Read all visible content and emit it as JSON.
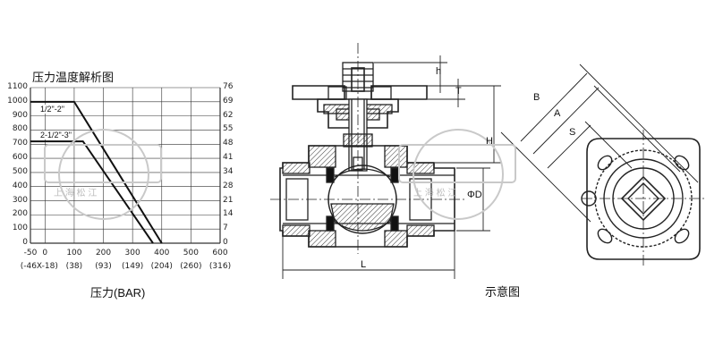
{
  "chart_data": {
    "type": "line",
    "title": "压力温度解析图",
    "xlabel": "压力(BAR)",
    "y_left_ticks": [
      "1100",
      "1000",
      "900",
      "800",
      "700",
      "600",
      "500",
      "400",
      "300",
      "200",
      "100",
      "0"
    ],
    "y_right_ticks": [
      "76",
      "69",
      "62",
      "55",
      "48",
      "41",
      "34",
      "28",
      "21",
      "14",
      "7",
      "0"
    ],
    "x_ticks": [
      "-50",
      "0",
      "100",
      "200",
      "300",
      "400",
      "500",
      "600"
    ],
    "x_sub_ticks": [
      "(-46X-18)",
      "(38)",
      "(93)",
      "(149)",
      "(204)",
      "(260)",
      "(316)"
    ],
    "xlim": [
      -50,
      600
    ],
    "ylim": [
      0,
      1100
    ],
    "series": [
      {
        "name": "1/2\"-2\"",
        "points": [
          [
            -50,
            1000
          ],
          [
            100,
            1000
          ],
          [
            400,
            0
          ]
        ]
      },
      {
        "name": "2-1/2\"-3\"",
        "points": [
          [
            -50,
            720
          ],
          [
            130,
            720
          ],
          [
            370,
            0
          ]
        ]
      }
    ],
    "grid": true
  },
  "diagram": {
    "caption": "示意图",
    "dims": {
      "h": "h",
      "T": "T",
      "H": "H",
      "phiD": "ΦD",
      "L": "L",
      "B": "B",
      "A": "A",
      "S": "S"
    },
    "watermark_text": "上 海 松 江"
  }
}
